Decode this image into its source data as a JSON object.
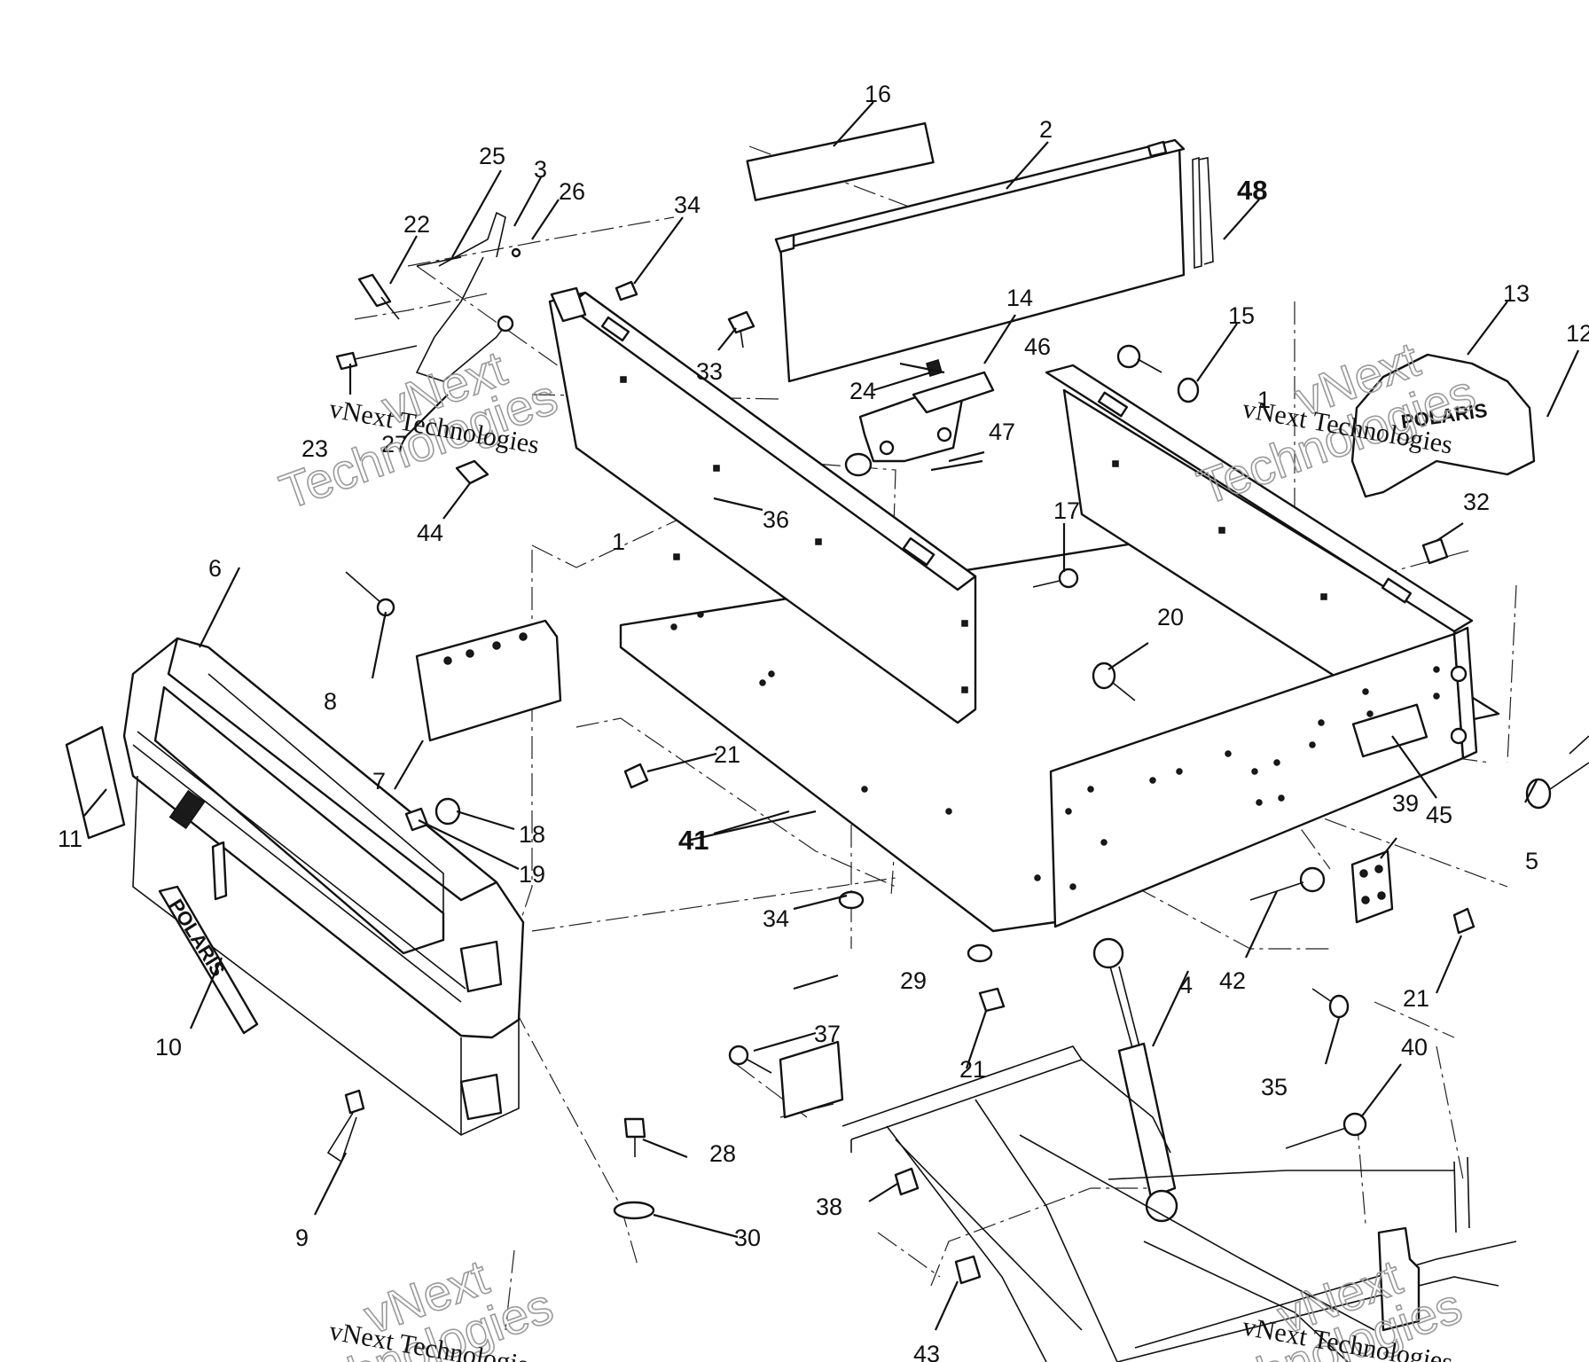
{
  "callouts": {
    "c1a": "1",
    "c1b": "1",
    "c2": "2",
    "c3": "3",
    "c4": "4",
    "c5": "5",
    "c6": "6",
    "c7": "7",
    "c8": "8",
    "c9": "9",
    "c10": "10",
    "c11": "11",
    "c12": "12",
    "c13": "13",
    "c14": "14",
    "c15": "15",
    "c16": "16",
    "c17": "17",
    "c18": "18",
    "c19": "19",
    "c20": "20",
    "c21a": "21",
    "c21b": "21",
    "c21c": "21",
    "c22": "22",
    "c23": "23",
    "c24": "24",
    "c25": "25",
    "c26": "26",
    "c27": "27",
    "c28": "28",
    "c29": "29",
    "c30": "30",
    "c32": "32",
    "c33": "33",
    "c34a": "34",
    "c34b": "34",
    "c35": "35",
    "c36": "36",
    "c37": "37",
    "c38": "38",
    "c39": "39",
    "c40": "40",
    "c41": "41",
    "c42": "42",
    "c43": "43",
    "c44": "44",
    "c45": "45",
    "c46": "46",
    "c47": "47",
    "c48": "48"
  },
  "watermark": {
    "line_small": "vNext Technologies",
    "word_1": "vNext",
    "word_2": "Technologies"
  },
  "logo_text": "POLARIS",
  "colors": {
    "ink": "#111111",
    "paper": "#ffffff",
    "watermark": "#9a9a9a"
  }
}
